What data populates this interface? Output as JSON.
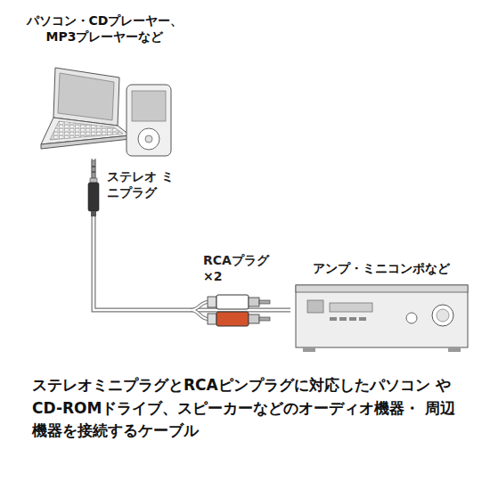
{
  "diagram": {
    "caption": "ステレオミニプラグとRCAピンプラグに対応したパソコン やCD-ROMドライブ、スピーカーなどのオーディオ機器・ 周辺機器を接続するケーブル",
    "nodes": [
      {
        "text": [
          "パソコン・CDプレーヤー、 MP3プレーヤーなど"
        ]
      },
      {
        "text": [
          "アンプ・ミニコンポなど"
        ]
      }
    ],
    "edges": [
      {
        "from": 0,
        "to": 1,
        "arrow": "none"
      }
    ],
    "labels": [
      "ステレオ ミニプラグ",
      "RCAプラグ ×2"
    ]
  }
}
